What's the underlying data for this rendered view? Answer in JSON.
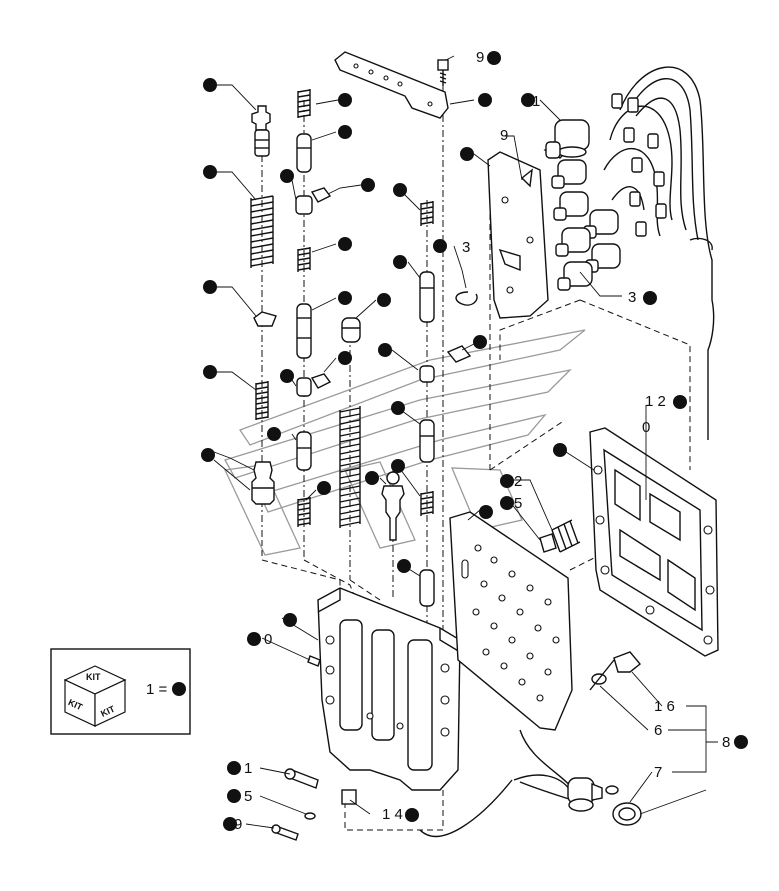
{
  "callouts": [
    {
      "id": "c9-top",
      "text": "9",
      "marker": true
    },
    {
      "id": "c1-solenoid",
      "text": "1",
      "marker": true
    },
    {
      "id": "c9-valve",
      "text": "9",
      "marker": false
    },
    {
      "id": "c3-ring",
      "text": "3",
      "marker": true
    },
    {
      "id": "c3-harness",
      "text": "3",
      "marker": true
    },
    {
      "id": "c12",
      "text": "1 2",
      "marker": true
    },
    {
      "id": "c0-plate",
      "text": "0",
      "marker": false
    },
    {
      "id": "c2-spring",
      "text": "2",
      "marker": true
    },
    {
      "id": "c5-spring",
      "text": "5",
      "marker": true
    },
    {
      "id": "c0-pin",
      "text": "0",
      "marker": true
    },
    {
      "id": "c16",
      "text": "1 6",
      "marker": false
    },
    {
      "id": "c6",
      "text": "6",
      "marker": false
    },
    {
      "id": "c8",
      "text": "8",
      "marker": true
    },
    {
      "id": "c7",
      "text": "7",
      "marker": false
    },
    {
      "id": "c1-screw",
      "text": "1",
      "marker": true
    },
    {
      "id": "c5-washer",
      "text": "5",
      "marker": true
    },
    {
      "id": "c9-bolt",
      "text": "9",
      "marker": true
    },
    {
      "id": "c14",
      "text": "1 4",
      "marker": true
    }
  ],
  "legend": {
    "kit_label": "KIT",
    "equals_text": "1 ="
  },
  "colors": {
    "ink": "#111111",
    "watermark": "#9a9a9a",
    "background": "#ffffff"
  }
}
